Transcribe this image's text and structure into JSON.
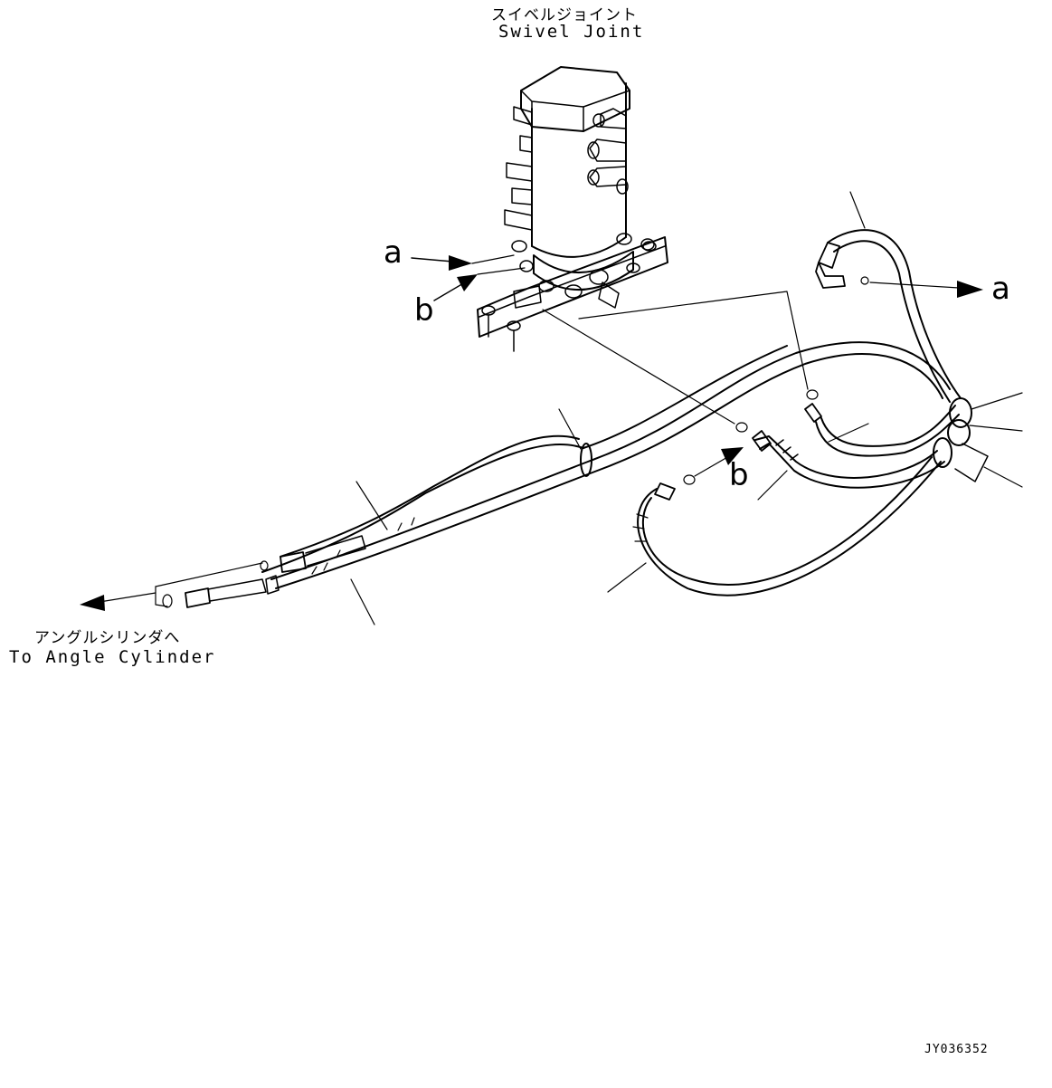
{
  "labels": {
    "swivel_jp": "スイベルジョイント",
    "swivel_en": "Swivel Joint",
    "angle_jp": "アングルシリンダへ",
    "angle_en": "To Angle Cylinder",
    "drawing_code": "JY036352"
  },
  "markers": {
    "a_left": "a",
    "b_left": "b",
    "a_right": "a",
    "b_right": "b"
  }
}
